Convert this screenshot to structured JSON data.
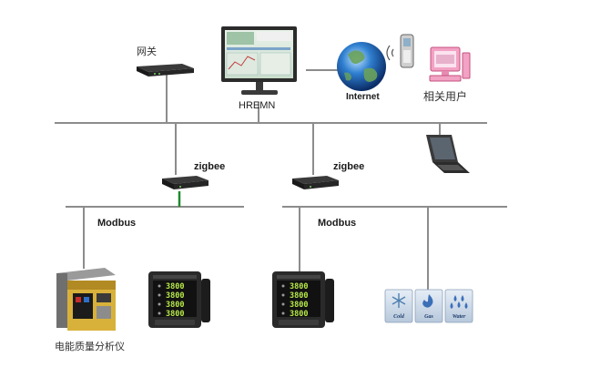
{
  "labels": {
    "gateway": "网关",
    "hremn": "HREMN",
    "internet": "Internet",
    "related_users": "相关用户",
    "zigbee_left": "zigbee",
    "zigbee_right": "zigbee",
    "modbus_left": "Modbus",
    "modbus_right": "Modbus",
    "power_analyzer": "电能质量分析仪"
  },
  "meter_readings": [
    "3800",
    "3800",
    "3800",
    "3800"
  ],
  "utility_tiles": [
    {
      "label": "Cold",
      "icon": "snowflake-icon"
    },
    {
      "label": "Gas",
      "icon": "flame-icon"
    },
    {
      "label": "Water",
      "icon": "water-drops-icon"
    }
  ],
  "colors": {
    "line": "#8c8c8c",
    "zigbee_link": "#1f8a2e",
    "meter_display": "#b7e84a"
  }
}
